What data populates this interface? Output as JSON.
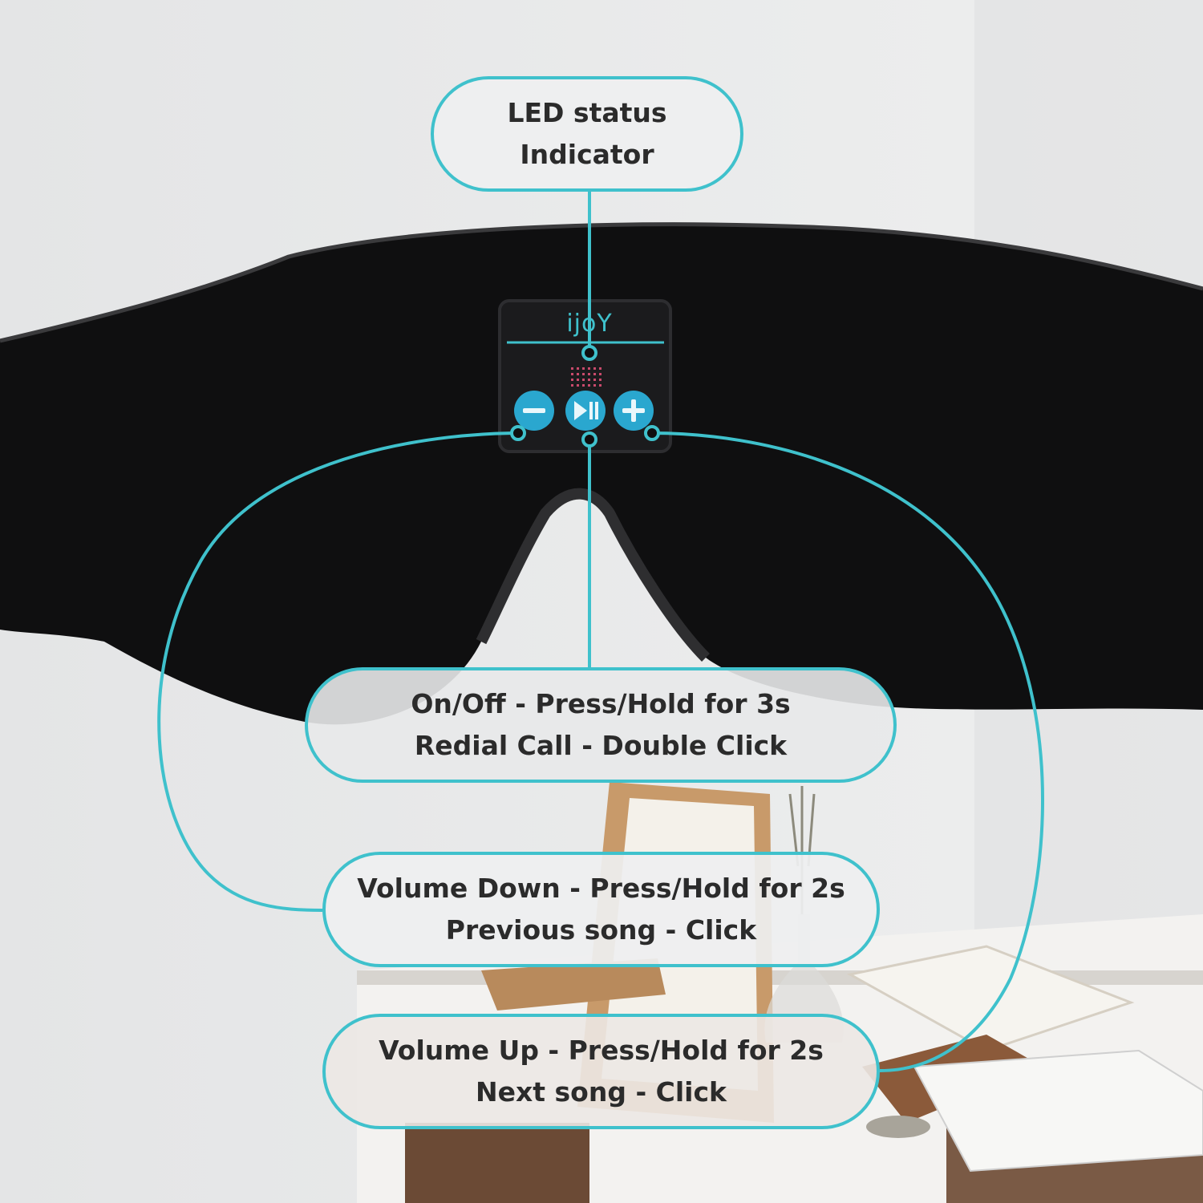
{
  "product_logo": "ijoY",
  "accent_color": "#3fc1cc",
  "callouts": {
    "led": {
      "line1": "LED status",
      "line2": "Indicator"
    },
    "on_off": {
      "line1": "On/Off - Press/Hold for 3s",
      "line2": "Redial Call - Double Click"
    },
    "volume_down": {
      "line1": "Volume Down - Press/Hold for 2s",
      "line2": "Previous song - Click"
    },
    "volume_up": {
      "line1": "Volume Up - Press/Hold for 2s",
      "line2": "Next song - Click"
    }
  },
  "buttons": [
    {
      "name": "minus",
      "icon": "minus-icon"
    },
    {
      "name": "play-pause",
      "icon": "play-pause-icon"
    },
    {
      "name": "plus",
      "icon": "plus-icon"
    }
  ]
}
